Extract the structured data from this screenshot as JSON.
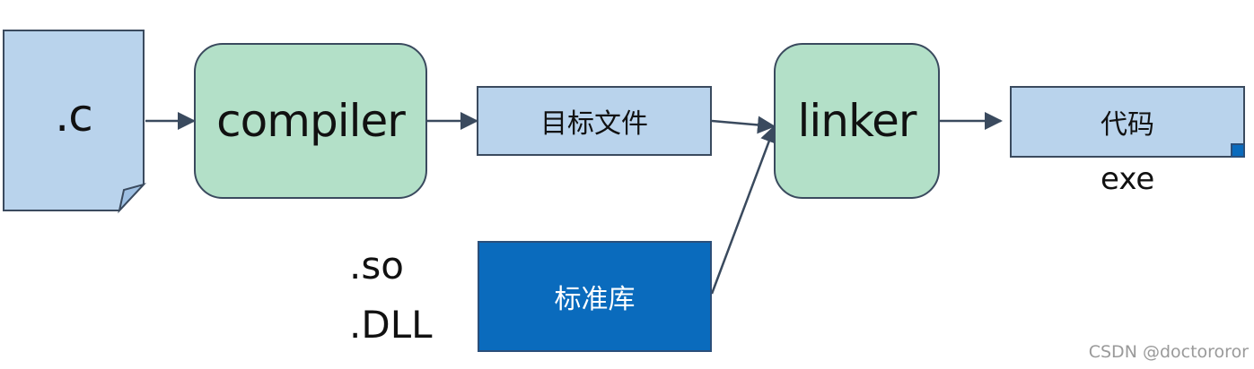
{
  "nodes": {
    "source_file": {
      "label": ".c"
    },
    "compiler": {
      "label": "compiler"
    },
    "object_file": {
      "label": "目标文件"
    },
    "linker": {
      "label": "linker"
    },
    "output_code": {
      "label": "代码",
      "caption": "exe"
    },
    "std_library": {
      "label": "标准库",
      "side_labels": [
        ".so",
        ".DLL"
      ]
    }
  },
  "edges": [
    {
      "from": "source_file",
      "to": "compiler"
    },
    {
      "from": "compiler",
      "to": "object_file"
    },
    {
      "from": "object_file",
      "to": "linker"
    },
    {
      "from": "std_library",
      "to": "linker"
    },
    {
      "from": "linker",
      "to": "output_code"
    }
  ],
  "colors": {
    "file_fill": "#b9d3ec",
    "process_fill": "#b3e0c8",
    "library_fill": "#0a6bbd",
    "outline": "#3a4a5e",
    "arrow": "#3a4a5e"
  },
  "watermark": "CSDN @doctororor"
}
